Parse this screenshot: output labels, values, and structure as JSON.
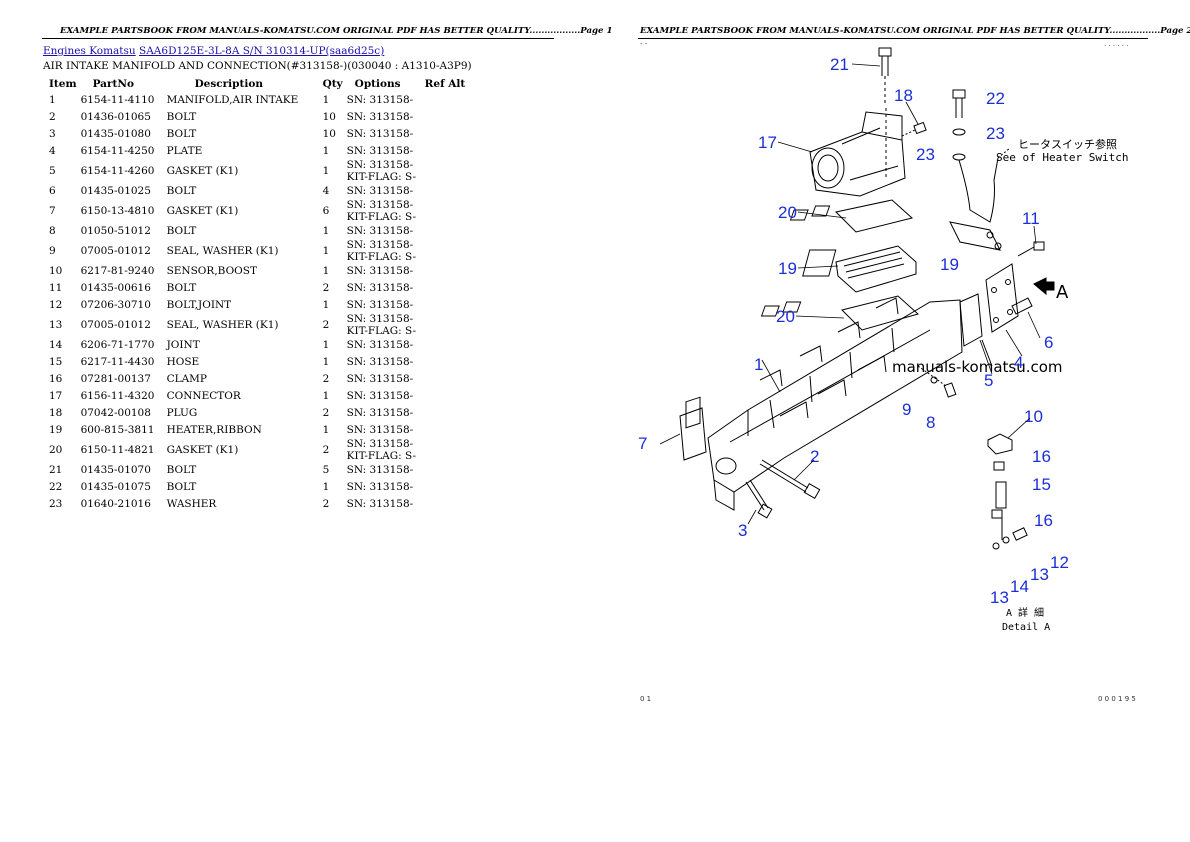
{
  "page1_header": "EXAMPLE PARTSBOOK FROM MANUALS-KOMATSU.COM ORIGINAL PDF HAS BETTER QUALITY.................Page 1",
  "page2_header": "EXAMPLE PARTSBOOK FROM MANUALS-KOMATSU.COM ORIGINAL PDF HAS BETTER QUALITY.................Page 2",
  "breadcrumb": {
    "link1": "Engines Komatsu",
    "link2": "SAA6D125E-3L-8A S/N 310314-UP(saa6d25c)"
  },
  "subtitle": "AIR INTAKE MANIFOLD AND CONNECTION(#313158-)(030040 : A1310-A3P9)",
  "table": {
    "headers": {
      "item": "Item",
      "partno": "PartNo",
      "description": "Description",
      "qty": "Qty",
      "options": "Options",
      "refalt": "Ref Alt"
    },
    "rows": [
      {
        "item": "1",
        "partno": "6154-11-4110",
        "description": "MANIFOLD,AIR INTAKE",
        "qty": "1",
        "options": [
          "SN: 313158-"
        ]
      },
      {
        "item": "2",
        "partno": "01436-01065",
        "description": "BOLT",
        "qty": "10",
        "options": [
          "SN: 313158-"
        ]
      },
      {
        "item": "3",
        "partno": "01435-01080",
        "description": "BOLT",
        "qty": "10",
        "options": [
          "SN: 313158-"
        ]
      },
      {
        "item": "4",
        "partno": "6154-11-4250",
        "description": "PLATE",
        "qty": "1",
        "options": [
          "SN: 313158-"
        ]
      },
      {
        "item": "5",
        "partno": "6154-11-4260",
        "description": "GASKET (K1)",
        "qty": "1",
        "options": [
          "SN: 313158-",
          "KIT-FLAG: S-"
        ]
      },
      {
        "item": "6",
        "partno": "01435-01025",
        "description": "BOLT",
        "qty": "4",
        "options": [
          "SN: 313158-"
        ]
      },
      {
        "item": "7",
        "partno": "6150-13-4810",
        "description": "GASKET (K1)",
        "qty": "6",
        "options": [
          "SN: 313158-",
          "KIT-FLAG: S-"
        ]
      },
      {
        "item": "8",
        "partno": "01050-51012",
        "description": "BOLT",
        "qty": "1",
        "options": [
          "SN: 313158-"
        ]
      },
      {
        "item": "9",
        "partno": "07005-01012",
        "description": "SEAL, WASHER (K1)",
        "qty": "1",
        "options": [
          "SN: 313158-",
          "KIT-FLAG: S-"
        ]
      },
      {
        "item": "10",
        "partno": "6217-81-9240",
        "description": "SENSOR,BOOST",
        "qty": "1",
        "options": [
          "SN: 313158-"
        ]
      },
      {
        "item": "11",
        "partno": "01435-00616",
        "description": "BOLT",
        "qty": "2",
        "options": [
          "SN: 313158-"
        ]
      },
      {
        "item": "12",
        "partno": "07206-30710",
        "description": "BOLT,JOINT",
        "qty": "1",
        "options": [
          "SN: 313158-"
        ]
      },
      {
        "item": "13",
        "partno": "07005-01012",
        "description": "SEAL, WASHER (K1)",
        "qty": "2",
        "options": [
          "SN: 313158-",
          "KIT-FLAG: S-"
        ]
      },
      {
        "item": "14",
        "partno": "6206-71-1770",
        "description": "JOINT",
        "qty": "1",
        "options": [
          "SN: 313158-"
        ]
      },
      {
        "item": "15",
        "partno": "6217-11-4430",
        "description": "HOSE",
        "qty": "1",
        "options": [
          "SN: 313158-"
        ]
      },
      {
        "item": "16",
        "partno": "07281-00137",
        "description": "CLAMP",
        "qty": "2",
        "options": [
          "SN: 313158-"
        ]
      },
      {
        "item": "17",
        "partno": "6156-11-4320",
        "description": "CONNECTOR",
        "qty": "1",
        "options": [
          "SN: 313158-"
        ]
      },
      {
        "item": "18",
        "partno": "07042-00108",
        "description": "PLUG",
        "qty": "2",
        "options": [
          "SN: 313158-"
        ]
      },
      {
        "item": "19",
        "partno": "600-815-3811",
        "description": "HEATER,RIBBON",
        "qty": "1",
        "options": [
          "SN: 313158-"
        ]
      },
      {
        "item": "20",
        "partno": "6150-11-4821",
        "description": "GASKET (K1)",
        "qty": "2",
        "options": [
          "SN: 313158-",
          "KIT-FLAG: S-"
        ]
      },
      {
        "item": "21",
        "partno": "01435-01070",
        "description": "BOLT",
        "qty": "5",
        "options": [
          "SN: 313158-"
        ]
      },
      {
        "item": "22",
        "partno": "01435-01075",
        "description": "BOLT",
        "qty": "1",
        "options": [
          "SN: 313158-"
        ]
      },
      {
        "item": "23",
        "partno": "01640-21016",
        "description": "WASHER",
        "qty": "2",
        "options": [
          "SN: 313158-"
        ]
      }
    ]
  },
  "diagram": {
    "callouts": [
      "21",
      "18",
      "22",
      "17",
      "23",
      "23",
      "20",
      "11",
      "19",
      "19",
      "20",
      "6",
      "1",
      "4",
      "5",
      "9",
      "8",
      "7",
      "10",
      "16",
      "2",
      "15",
      "3",
      "16",
      "12",
      "13",
      "14",
      "13"
    ],
    "watermark": "manuals-komatsu.com",
    "note_jp": "ヒータスイッチ参照",
    "note_en": "See of Heater Switch",
    "view_marker": "A",
    "detail_jp": "A 詳 細",
    "detail_en": "Detail A",
    "footer_left": "0  1",
    "footer_right": "0 0 0 1 9 5",
    "top_left_mark": "- -",
    "top_right_mark": ". . . . . ."
  },
  "colors": {
    "callout": "#1c2fd6",
    "link": "#1a0dab"
  }
}
